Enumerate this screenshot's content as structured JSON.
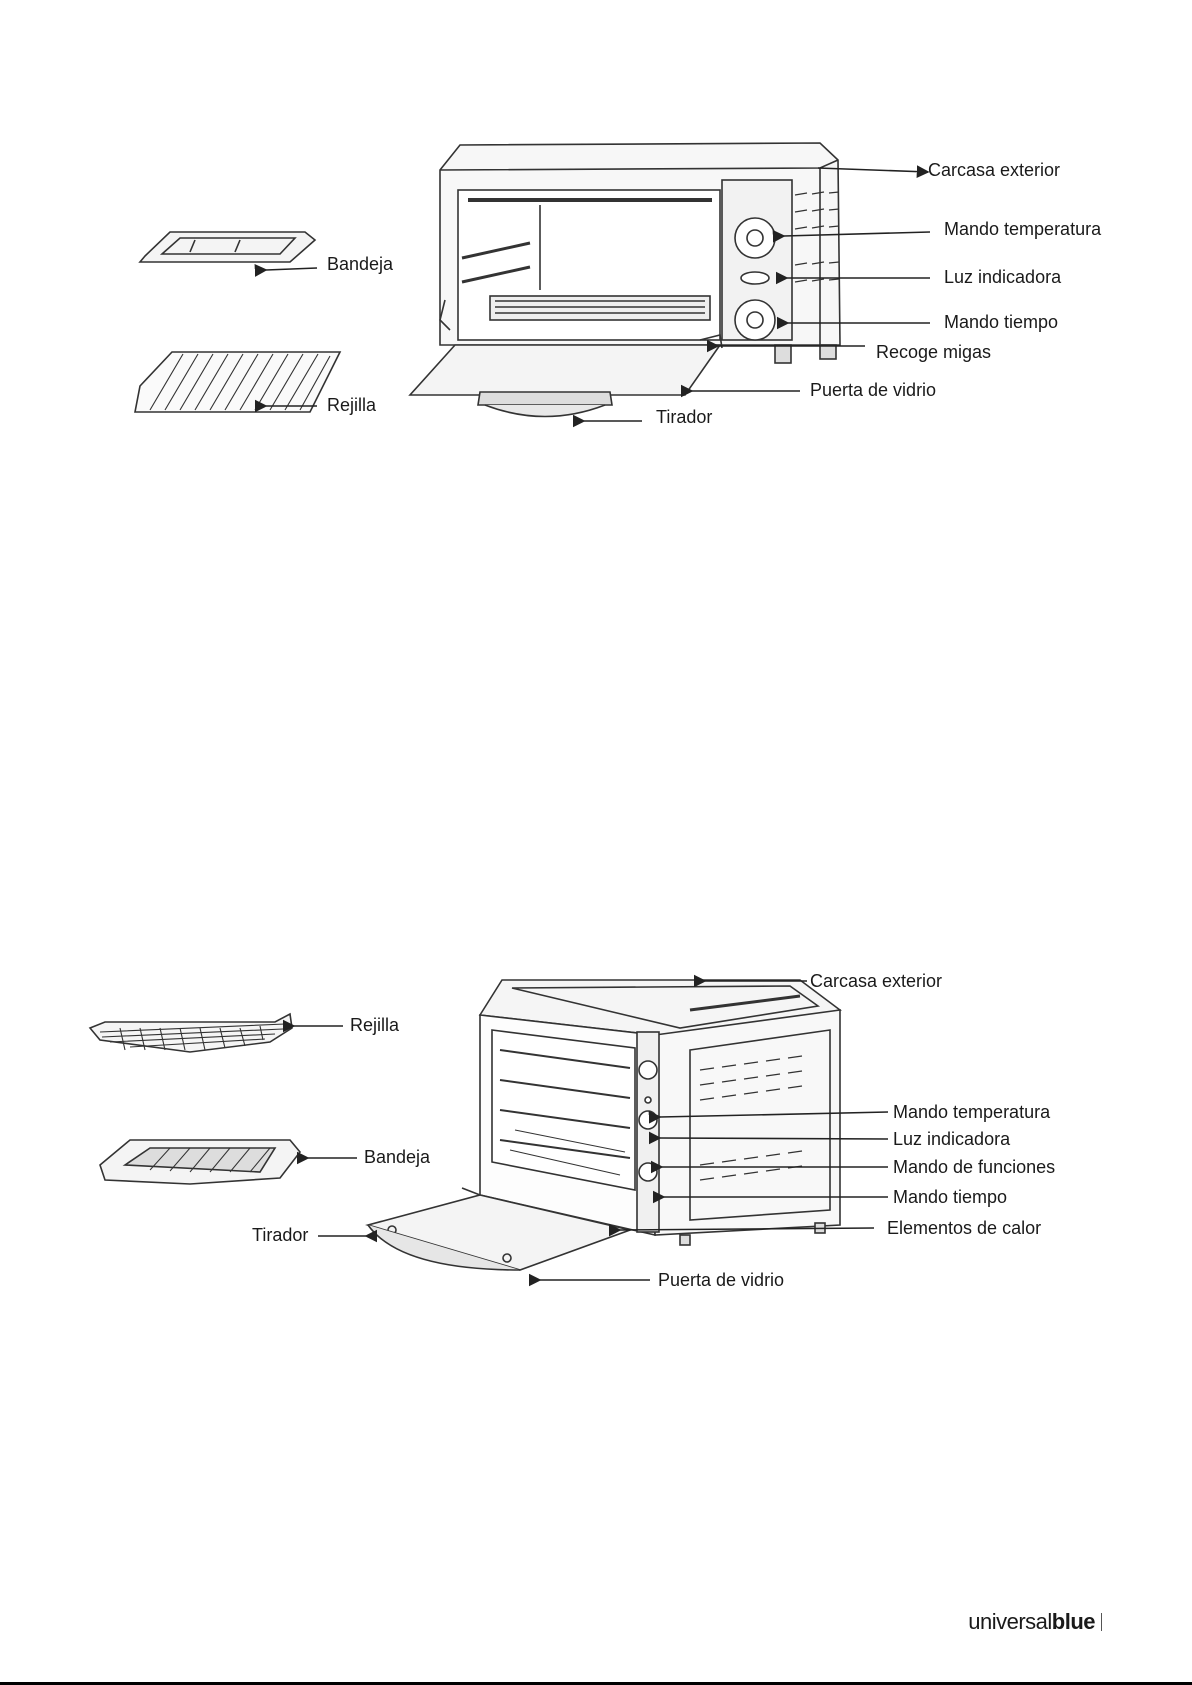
{
  "diagram_top": {
    "labels": {
      "carcasa": "Carcasa exterior",
      "mando_temp": "Mando temperatura",
      "luz": "Luz indicadora",
      "mando_tiempo": "Mando tiempo",
      "recoge": "Recoge migas",
      "puerta": "Puerta de vidrio",
      "tirador": "Tirador",
      "bandeja": "Bandeja",
      "rejilla": "Rejilla"
    }
  },
  "diagram_bottom": {
    "labels": {
      "carcasa": "Carcasa exterior",
      "rejilla": "Rejilla",
      "bandeja": "Bandeja",
      "tirador": "Tirador",
      "mando_temp": "Mando temperatura",
      "luz": "Luz indicadora",
      "mando_funciones": "Mando de funciones",
      "mando_tiempo": "Mando tiempo",
      "elementos": "Elementos de calor",
      "puerta": "Puerta de vidrio"
    }
  },
  "brand": {
    "light": "universal",
    "bold": "blue"
  }
}
